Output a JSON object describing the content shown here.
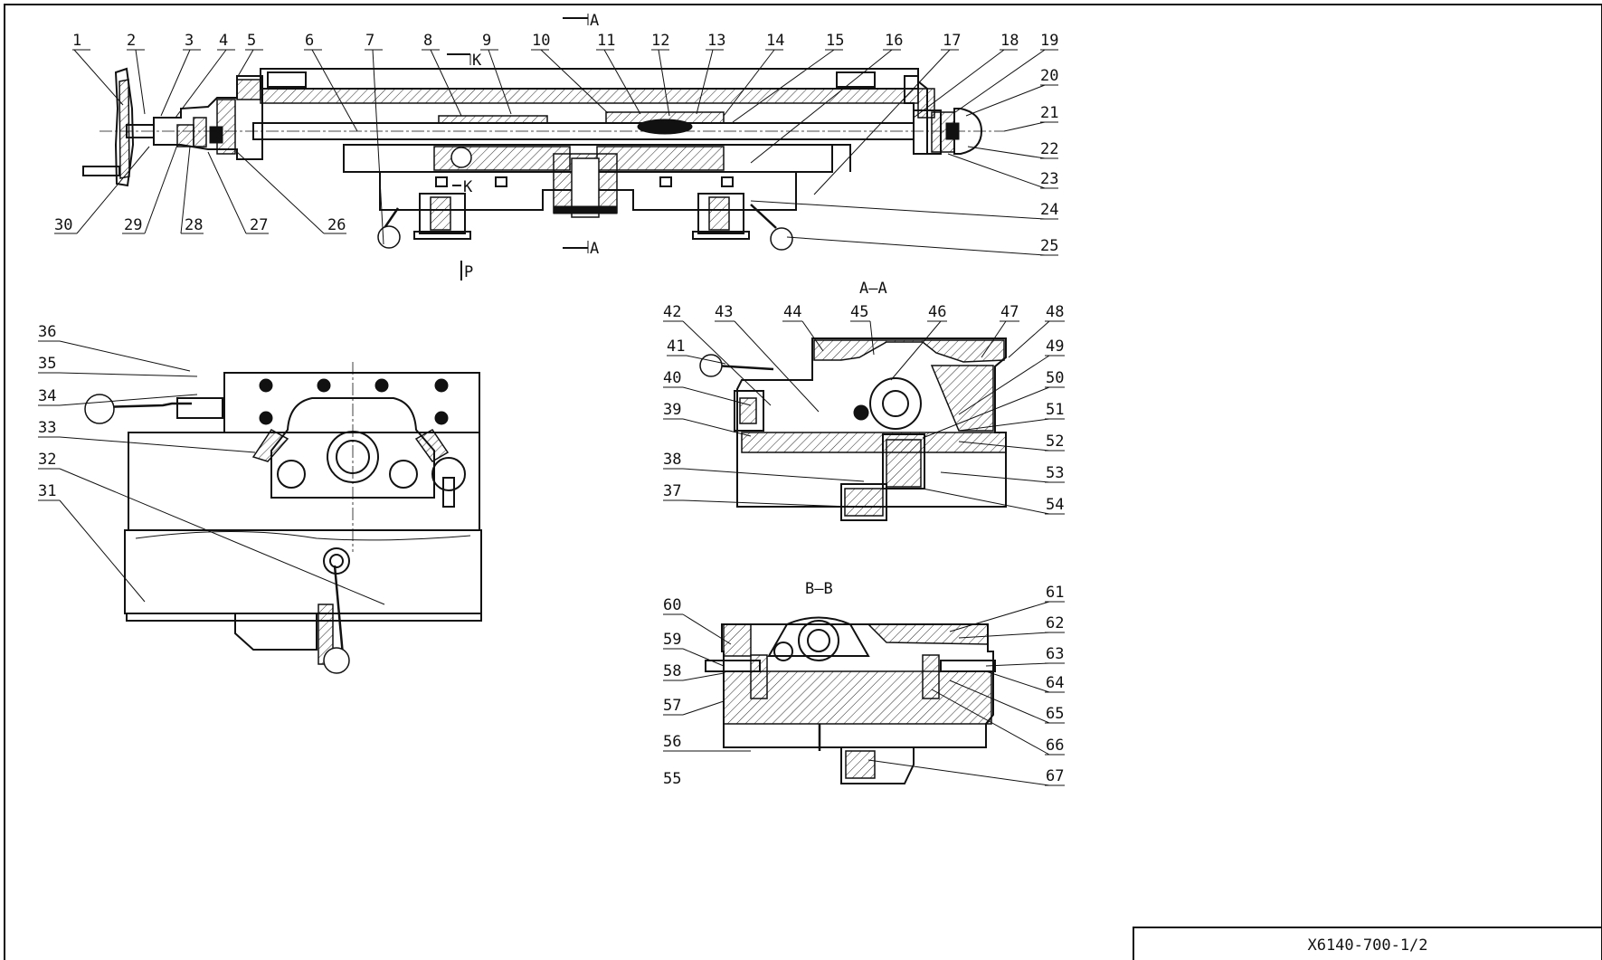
{
  "drawing": {
    "number": "X6140-700-1/2",
    "section_views": {
      "a": "A—A",
      "b": "B—B"
    },
    "section_marks": {
      "a_top": "A",
      "a_bottom": "A",
      "k_top": "K",
      "k_bottom": "K",
      "p": "P"
    },
    "callouts": {
      "top": [
        "1",
        "2",
        "3",
        "4",
        "5",
        "6",
        "7",
        "8",
        "9",
        "10",
        "11",
        "12",
        "13",
        "14",
        "15",
        "16",
        "17",
        "18",
        "19"
      ],
      "top_right": [
        "20",
        "21",
        "22",
        "23",
        "24",
        "25"
      ],
      "top_bottom": [
        "30",
        "29",
        "28",
        "27",
        "26"
      ],
      "left_view": [
        "36",
        "35",
        "34",
        "33",
        "32",
        "31"
      ],
      "aa_top": [
        "42",
        "43",
        "44",
        "45",
        "46",
        "47",
        "48"
      ],
      "aa_left": [
        "41",
        "40",
        "39",
        "38",
        "37"
      ],
      "aa_right": [
        "49",
        "50",
        "51",
        "52",
        "53",
        "54"
      ],
      "bb_left": [
        "60",
        "59",
        "58",
        "57",
        "56",
        "55"
      ],
      "bb_right": [
        "61",
        "62",
        "63",
        "64",
        "65",
        "66",
        "67"
      ]
    }
  },
  "colors": {
    "line": "#111111",
    "background": "#ffffff"
  }
}
